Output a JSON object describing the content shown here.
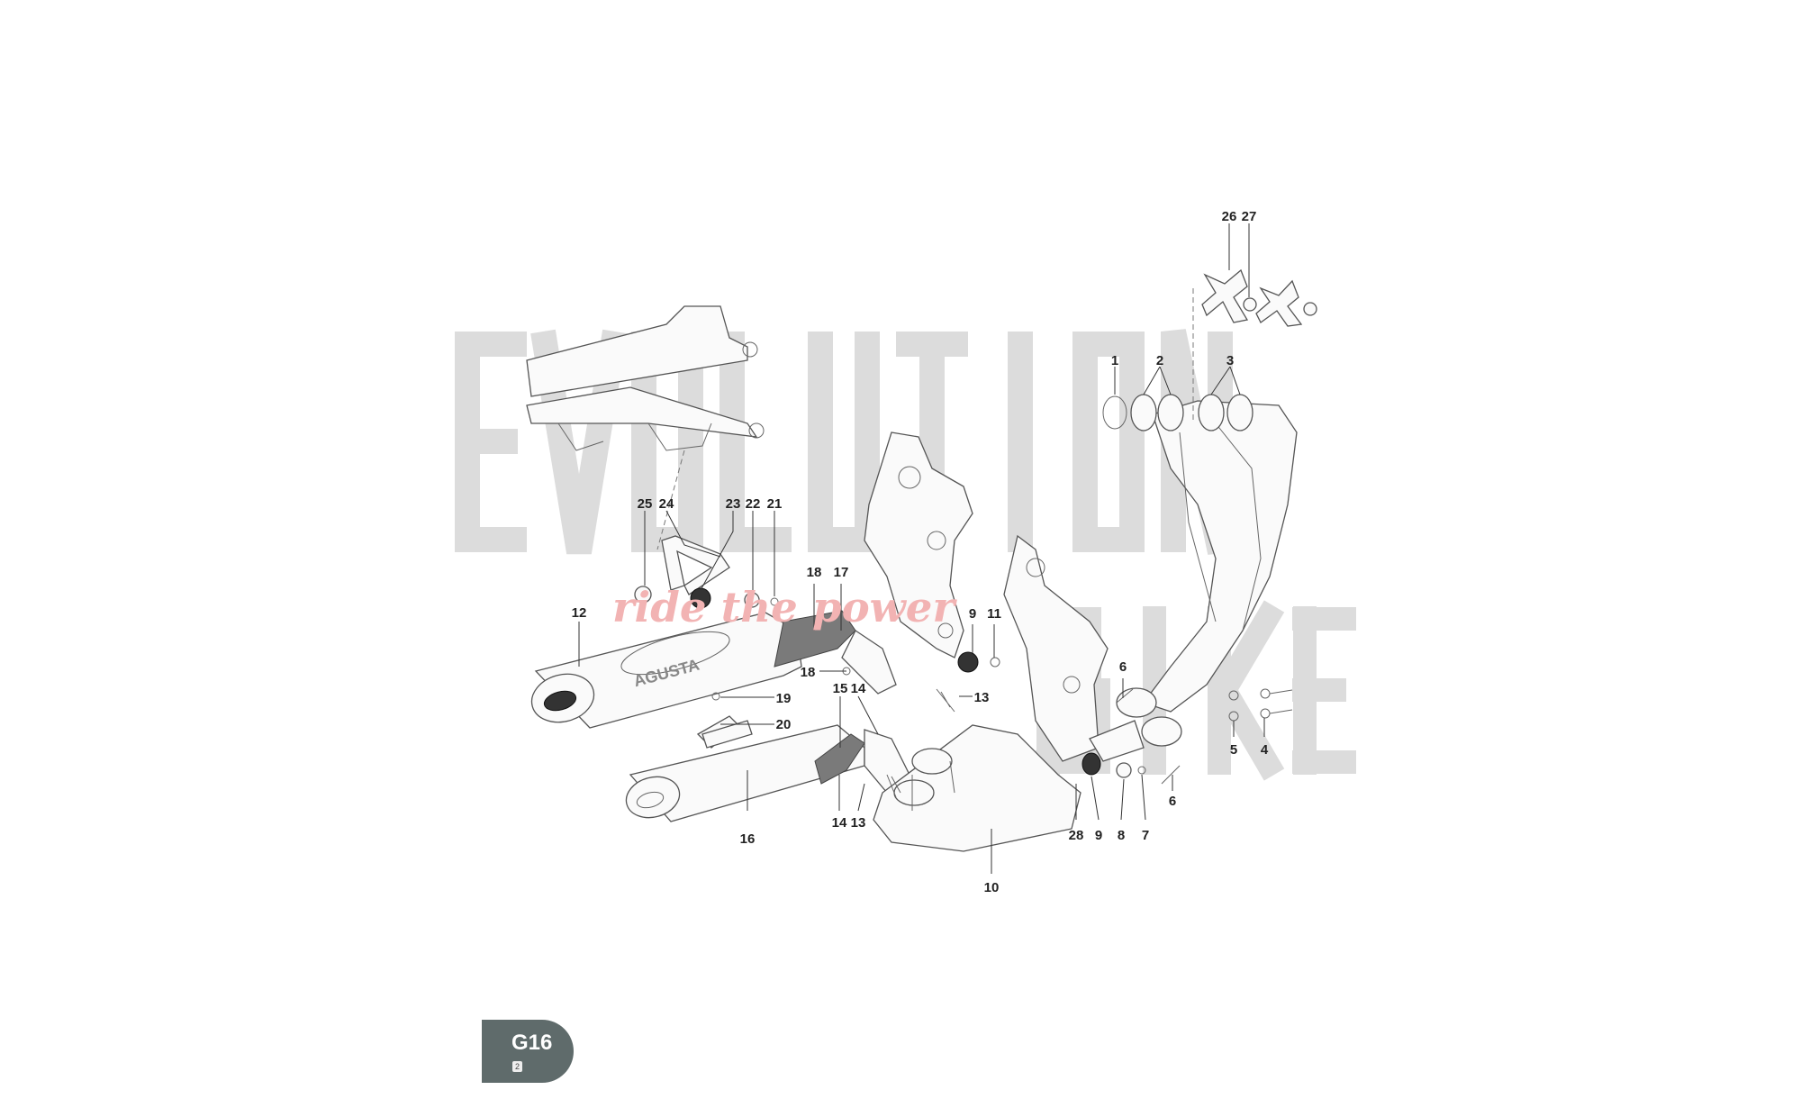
{
  "watermark": {
    "line1": "EVOLUTION",
    "line2": "BIKE",
    "slogan": "ride the power"
  },
  "brand_on_muffler": "AGUSTA",
  "page_badge": {
    "code": "G16",
    "sub": "2"
  },
  "colors": {
    "badge": "#5f6b6b",
    "watermark": "#d6d6d6",
    "slogan": "#f2b3b3"
  },
  "callouts": {
    "c26": "26",
    "c27": "27",
    "c1": "1",
    "c2": "2",
    "c3": "3",
    "c25": "25",
    "c24": "24",
    "c23": "23",
    "c22": "22",
    "c21": "21",
    "c18a": "18",
    "c17": "17",
    "c12": "12",
    "c9a": "9",
    "c11": "11",
    "c6a": "6",
    "c18b": "18",
    "c15": "15",
    "c14a": "14",
    "c19": "19",
    "c13a": "13",
    "c20": "20",
    "c5": "5",
    "c4": "4",
    "c6b": "6",
    "c14b": "14",
    "c13b": "13",
    "c16": "16",
    "c28": "28",
    "c9b": "9",
    "c8": "8",
    "c7": "7",
    "c10": "10"
  }
}
